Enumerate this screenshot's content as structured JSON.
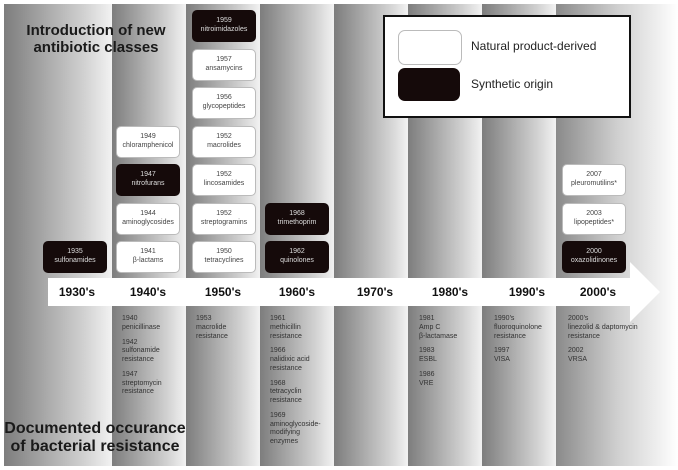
{
  "titles": {
    "top_line1": "Introduction of new",
    "top_line2": "antibiotic classes",
    "bottom_line1": "Documented occurance",
    "bottom_line2": "of bacterial resistance"
  },
  "legend": {
    "natural": "Natural product-derived",
    "synthetic": "Synthetic origin"
  },
  "decades": [
    "1930's",
    "1940's",
    "1950's",
    "1960's",
    "1970's",
    "1980's",
    "1990's",
    "2000's"
  ],
  "classes": {
    "d1930": [
      {
        "year": "1935",
        "name": "sulfonamides",
        "type": "synthetic"
      }
    ],
    "d1940": [
      {
        "year": "1949",
        "name": "chloramphenicol",
        "type": "natural"
      },
      {
        "year": "1947",
        "name": "nitrofurans",
        "type": "synthetic"
      },
      {
        "year": "1944",
        "name": "aminoglycosides",
        "type": "natural"
      },
      {
        "year": "1941",
        "name": "β-lactams",
        "type": "natural"
      }
    ],
    "d1950": [
      {
        "year": "1959",
        "name": "nitroimidazoles",
        "type": "synthetic"
      },
      {
        "year": "1957",
        "name": "ansamycins",
        "type": "natural"
      },
      {
        "year": "1956",
        "name": "glycopeptides",
        "type": "natural"
      },
      {
        "year": "1952",
        "name": "macrolides",
        "type": "natural"
      },
      {
        "year": "1952",
        "name": "lincosamides",
        "type": "natural"
      },
      {
        "year": "1952",
        "name": "streptogramins",
        "type": "natural"
      },
      {
        "year": "1950",
        "name": "tetracyclines",
        "type": "natural"
      }
    ],
    "d1960": [
      {
        "year": "1968",
        "name": "trimethoprim",
        "type": "synthetic"
      },
      {
        "year": "1962",
        "name": "quinolones",
        "type": "synthetic"
      }
    ],
    "d2000": [
      {
        "year": "2007",
        "name": "pleuromutilins*",
        "type": "natural"
      },
      {
        "year": "2003",
        "name": "lipopeptides*",
        "type": "natural"
      },
      {
        "year": "2000",
        "name": "oxazolidinones",
        "type": "synthetic"
      }
    ]
  },
  "resistance": {
    "d1940": [
      [
        "1940",
        "penicillinase"
      ],
      [
        "1942",
        "sulfonamide",
        "resistance"
      ],
      [
        "1947",
        "streptomycin",
        "resistance"
      ]
    ],
    "d1950": [
      [
        "1953",
        "macrolide",
        "resistance"
      ]
    ],
    "d1960": [
      [
        "1961",
        "methicillin",
        "resistance"
      ],
      [
        "1966",
        "nalidixic acid",
        "resistance"
      ],
      [
        "1968",
        "tetracyclin",
        "resistance"
      ],
      [
        "1969",
        "aminoglycoside-",
        "modifying",
        "enzymes"
      ]
    ],
    "d1980": [
      [
        "1981",
        "Amp C",
        "β-lactamase"
      ],
      [
        "1983",
        "ESBL"
      ],
      [
        "1986",
        "VRE"
      ]
    ],
    "d1990": [
      [
        "1990's",
        "fluoroquinolone",
        "resistance"
      ],
      [
        "1997",
        "VISA"
      ]
    ],
    "d2000": [
      [
        "2000's",
        "linezolid & daptomycin",
        "resistance"
      ],
      [
        "2002",
        "VRSA"
      ]
    ]
  },
  "colors": {
    "synthetic": "#150a0a",
    "natural": "#ffffff"
  }
}
